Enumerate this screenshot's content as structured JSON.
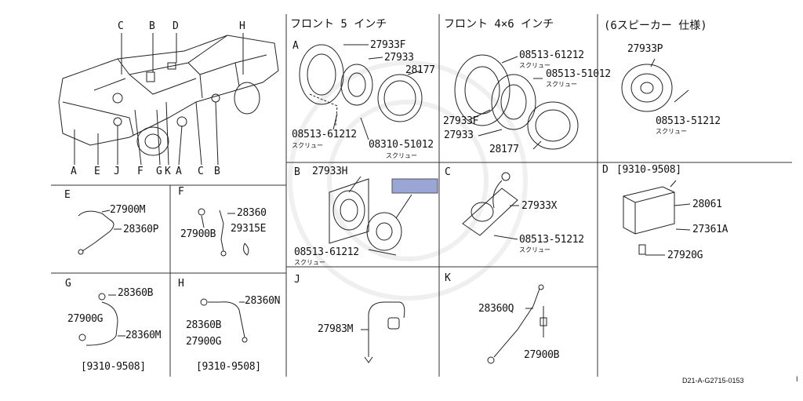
{
  "headers": {
    "front5": "フロント 5 インチ",
    "front46": "フロント 4×6 インチ",
    "six_speaker": "(6スピーカー 仕様)"
  },
  "truck_labels": {
    "top": [
      "C",
      "B",
      "D",
      "H"
    ],
    "bottom": [
      "A",
      "E",
      "J",
      "F",
      "G",
      "K",
      "A",
      "C",
      "B"
    ]
  },
  "panel_letters": {
    "A": "A",
    "B": "B",
    "C": "C",
    "D": "D",
    "E": "E",
    "F": "F",
    "G": "G",
    "H": "H",
    "J": "J",
    "K": "K"
  },
  "screw_label": "スクリュー",
  "panel_A": {
    "p1": "27933F",
    "p2": "27933",
    "p3": "28177",
    "p4": "08513-61212",
    "p5": "08310-51012"
  },
  "panel_46": {
    "p1": "08513-61212",
    "p2": "08513-51012",
    "p3": "27933F",
    "p4": "27933",
    "p5": "28177"
  },
  "panel_6sp": {
    "p1": "27933P",
    "p2": "08513-51212"
  },
  "panel_B": {
    "p1": "27933H",
    "p2": "08513-61212"
  },
  "panel_C": {
    "p1": "27933X",
    "p2": "08513-51212"
  },
  "panel_D": {
    "range": "[9310-9508]",
    "p1": "28061",
    "p2": "27361A",
    "p3": "27920G"
  },
  "panel_E": {
    "p1": "27900M",
    "p2": "28360P"
  },
  "panel_F": {
    "p1": "28360",
    "p2": "27900B",
    "p3": "29315E"
  },
  "panel_G": {
    "p1": "28360B",
    "p2": "27900G",
    "p3": "28360M",
    "range": "[9310-9508]"
  },
  "panel_H": {
    "p1": "28360N",
    "p2": "28360B",
    "p3": "27900G",
    "range": "[9310-9508]"
  },
  "panel_J": {
    "p1": "27983M"
  },
  "panel_K": {
    "p1": "28360Q",
    "p2": "27900B"
  },
  "footer": {
    "code": "D21-A-G2715-0153",
    "mark": "I"
  },
  "colors": {
    "highlight": "#9aa6d6",
    "line": "#222222"
  }
}
